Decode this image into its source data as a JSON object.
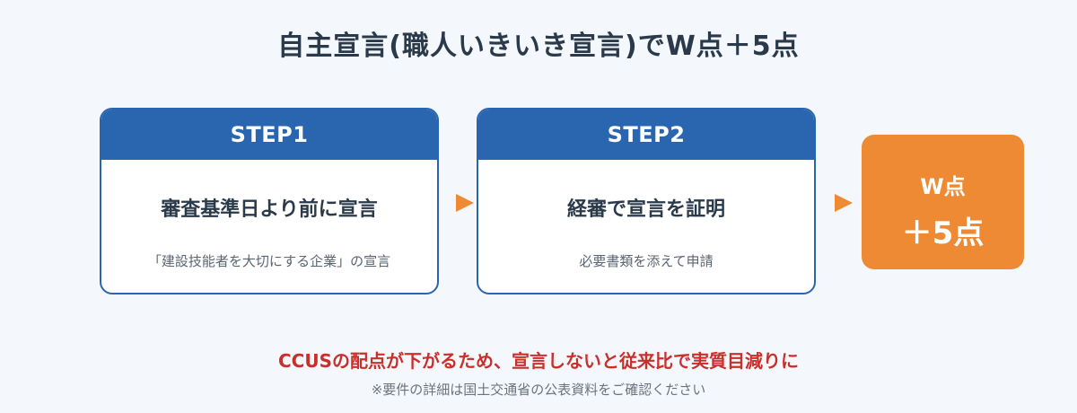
{
  "title": "自主宣言(職人いきいき宣言)でW点＋5点",
  "steps": [
    {
      "label": "STEP1",
      "main": "審査基準日より前に宣言",
      "sub": "「建設技能者を大切にする企業」の宣言"
    },
    {
      "label": "STEP2",
      "main": "経審で宣言を証明",
      "sub": "必要書類を添えて申請"
    }
  ],
  "result": {
    "line1": "W点",
    "line2": "＋5点"
  },
  "notes": {
    "warning": "CCUSの配点が下がるため、宣言しないと従来比で実質目減りに",
    "reference": "※要件の詳細は国土交通省の公表資料をご確認ください"
  },
  "colors": {
    "step_blue": "#2a66b0",
    "accent_orange": "#ef8a34",
    "warning_red": "#c8302c"
  }
}
